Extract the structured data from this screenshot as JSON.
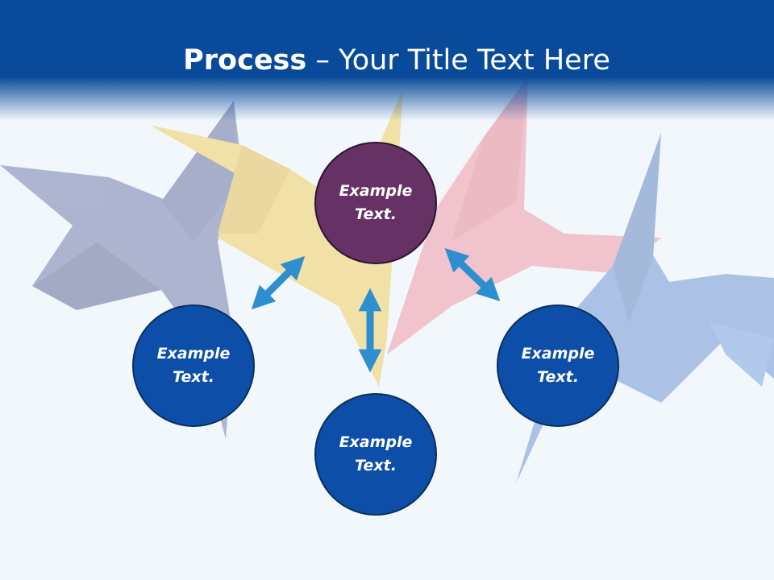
{
  "title": {
    "bold": "Process",
    "rest": " – Your Title Text Here"
  },
  "nodes": {
    "top": {
      "line1": "Example",
      "line2": "Text."
    },
    "left": {
      "line1": "Example",
      "line2": "Text."
    },
    "bottom": {
      "line1": "Example",
      "line2": "Text."
    },
    "right": {
      "line1": "Example",
      "line2": "Text."
    }
  },
  "colors": {
    "header": "#0a4a9a",
    "top_node": "#663265",
    "node": "#0d4fa8",
    "arrow": "#2d8fd0"
  },
  "background_image": "origami-cranes"
}
